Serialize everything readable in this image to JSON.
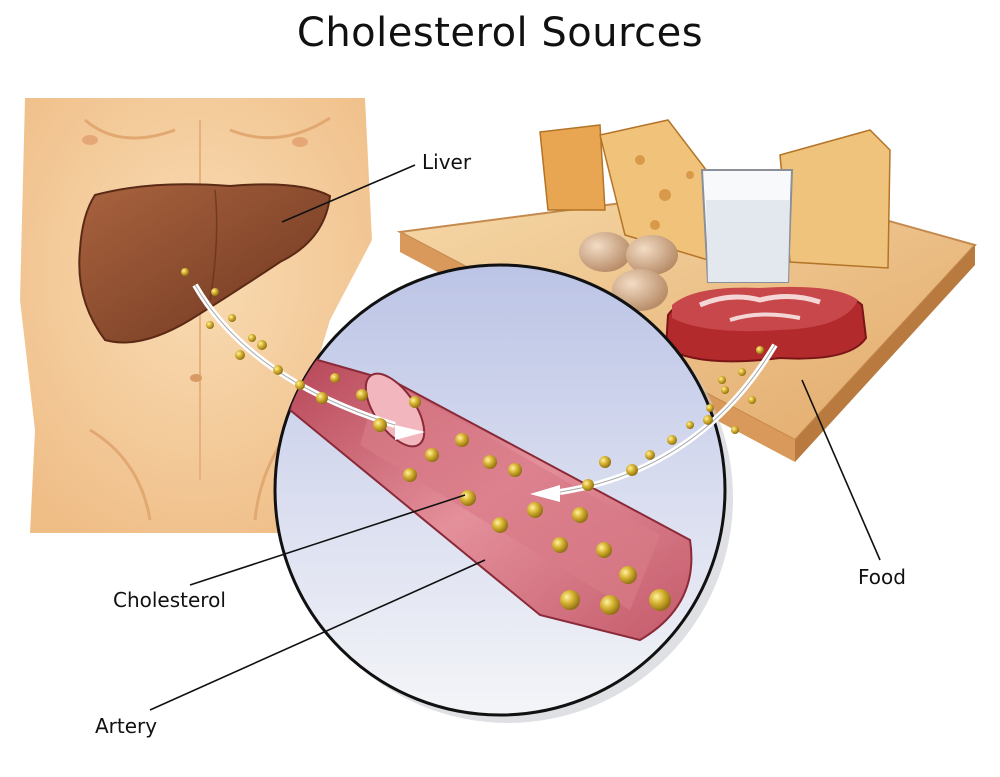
{
  "title": "Cholesterol Sources",
  "labels": {
    "liver": "Liver",
    "food": "Food",
    "cholesterol": "Cholesterol",
    "artery": "Artery"
  },
  "colors": {
    "skin": "#f3c999",
    "liver": "#8a4b2f",
    "artery": "#d06b7a",
    "cholesterol": "#c9a22a",
    "board": "#e9b77f",
    "magnifier": "#dde3f2"
  }
}
